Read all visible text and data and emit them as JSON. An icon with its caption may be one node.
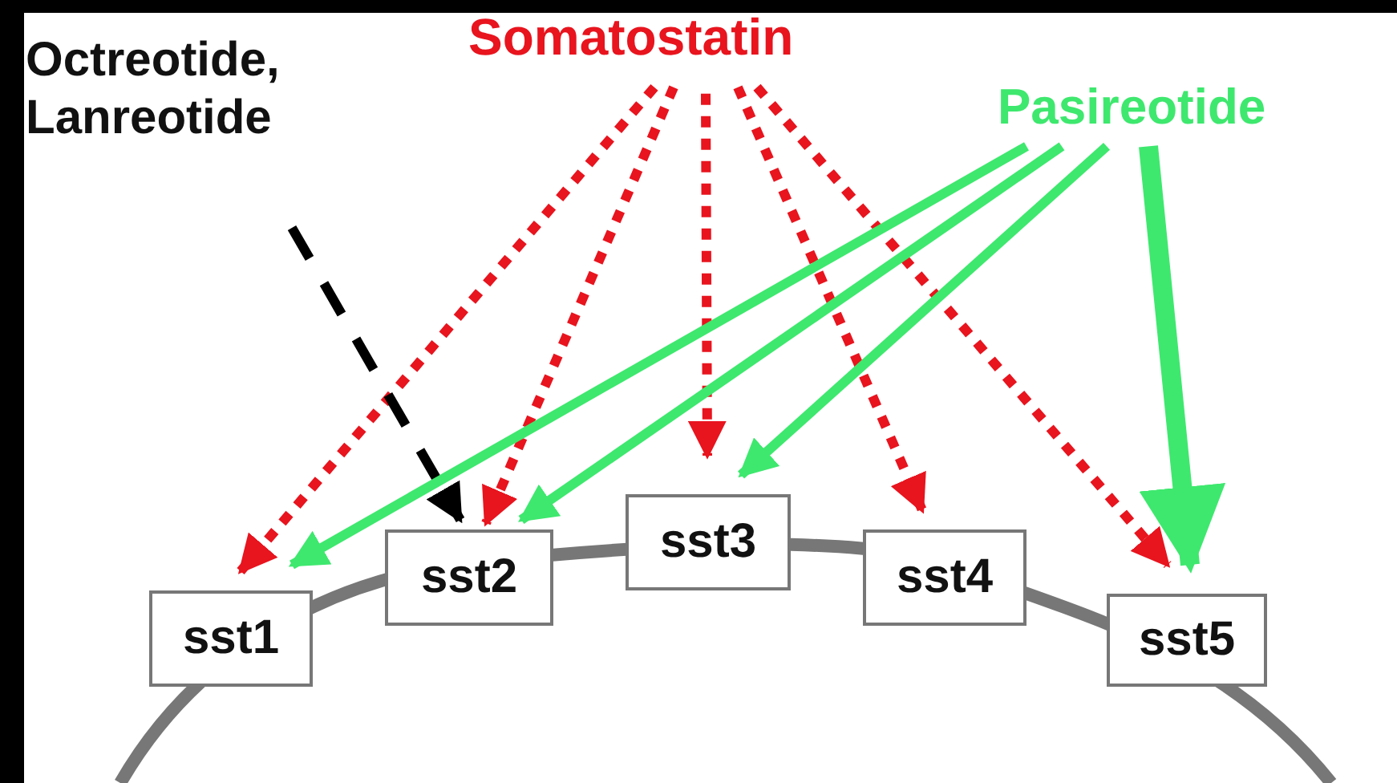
{
  "diagram": {
    "nodes": [
      {
        "text": [
          "Somatostatin"
        ]
      },
      {
        "text": [
          "Octreotide, Lanreotide"
        ]
      },
      {
        "text": [
          "Pasireotide"
        ]
      },
      {
        "text": [
          "sst1"
        ]
      },
      {
        "text": [
          "sst2"
        ]
      },
      {
        "text": [
          "sst3"
        ]
      },
      {
        "text": [
          "sst4"
        ]
      },
      {
        "text": [
          "sst5"
        ]
      }
    ],
    "edges": [
      {
        "from": 0,
        "to": 3,
        "arrow": "to",
        "style": "dashed",
        "color": "#e8141e"
      },
      {
        "from": 0,
        "to": 4,
        "arrow": "to",
        "style": "dashed",
        "color": "#e8141e"
      },
      {
        "from": 0,
        "to": 5,
        "arrow": "to",
        "style": "dashed",
        "color": "#e8141e"
      },
      {
        "from": 0,
        "to": 6,
        "arrow": "to",
        "style": "dashed",
        "color": "#e8141e"
      },
      {
        "from": 0,
        "to": 7,
        "arrow": "to",
        "style": "dashed",
        "color": "#e8141e"
      },
      {
        "from": 1,
        "to": 4,
        "arrow": "to",
        "style": "dashed",
        "color": "#000000"
      },
      {
        "from": 2,
        "to": 3,
        "arrow": "to",
        "color": "#3ee86e"
      },
      {
        "from": 2,
        "to": 4,
        "arrow": "to",
        "color": "#3ee86e"
      },
      {
        "from": 2,
        "to": 5,
        "arrow": "to",
        "color": "#3ee86e"
      },
      {
        "from": 2,
        "to": 7,
        "arrow": "to",
        "style": "thick",
        "color": "#3ee86e"
      }
    ]
  }
}
